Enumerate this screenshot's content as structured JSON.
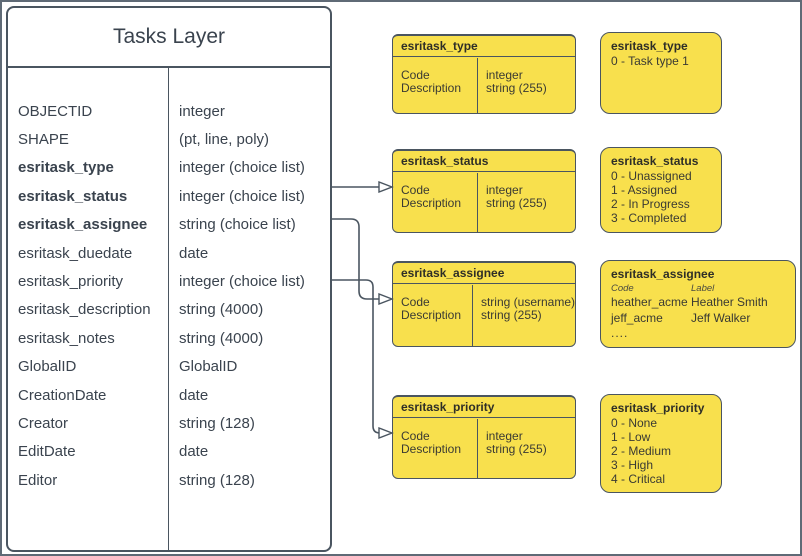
{
  "colors": {
    "node_fill_yellow": "#F8E04D",
    "stroke": "#4A5560",
    "table_text": "#3A434E",
    "yellow_box_text": "#3A3A33",
    "background": "#FFFFFF"
  },
  "tasks_layer": {
    "title": "Tasks Layer",
    "fields": [
      {
        "name": "OBJECTID",
        "type": "integer"
      },
      {
        "name": "SHAPE",
        "type": "(pt, line, poly)"
      },
      {
        "name": "esritask_type",
        "type": "integer (choice list)"
      },
      {
        "name": "esritask_status",
        "type": "integer (choice list)"
      },
      {
        "name": "esritask_assignee",
        "type": "string (choice list)"
      },
      {
        "name": "esritask_duedate",
        "type": "date"
      },
      {
        "name": "esritask_priority",
        "type": "integer (choice list)"
      },
      {
        "name": "esritask_description",
        "type": "string (4000)"
      },
      {
        "name": "esritask_notes",
        "type": "string (4000)"
      },
      {
        "name": "GlobalID",
        "type": "GlobalID"
      },
      {
        "name": "CreationDate",
        "type": "date"
      },
      {
        "name": "Creator",
        "type": "string (128)"
      },
      {
        "name": "EditDate",
        "type": "date"
      },
      {
        "name": "Editor",
        "type": "string (128)"
      }
    ]
  },
  "domain_tables": {
    "type": {
      "title": "esritask_type",
      "rows": [
        [
          "Code",
          "integer"
        ],
        [
          "Description",
          "string (255)"
        ]
      ]
    },
    "status": {
      "title": "esritask_status",
      "rows": [
        [
          "Code",
          "integer"
        ],
        [
          "Description",
          "string (255)"
        ]
      ]
    },
    "assignee": {
      "title": "esritask_assignee",
      "rows": [
        [
          "Code",
          "string  (username)"
        ],
        [
          "Description",
          "string (255)"
        ]
      ]
    },
    "priority": {
      "title": "esritask_priority",
      "rows": [
        [
          "Code",
          "integer"
        ],
        [
          "Description",
          "string (255)"
        ]
      ]
    }
  },
  "value_lists": {
    "type": {
      "title": "esritask_type",
      "lines": [
        "0 - Task type 1"
      ]
    },
    "status": {
      "title": "esritask_status",
      "lines": [
        "0 - Unassigned",
        "1 - Assigned",
        "2 - In Progress",
        "3 - Completed"
      ]
    },
    "assignee": {
      "title": "esritask_assignee",
      "col_headers": [
        "Code",
        "Label"
      ],
      "rows": [
        [
          "heather_acme",
          "Heather Smith"
        ],
        [
          "jeff_acme",
          "Jeff Walker"
        ]
      ],
      "more": "...."
    },
    "priority": {
      "title": "esritask_priority",
      "lines": [
        "0 - None",
        "1 - Low",
        "2 - Medium",
        "3 - High",
        "4 - Critical"
      ]
    }
  }
}
